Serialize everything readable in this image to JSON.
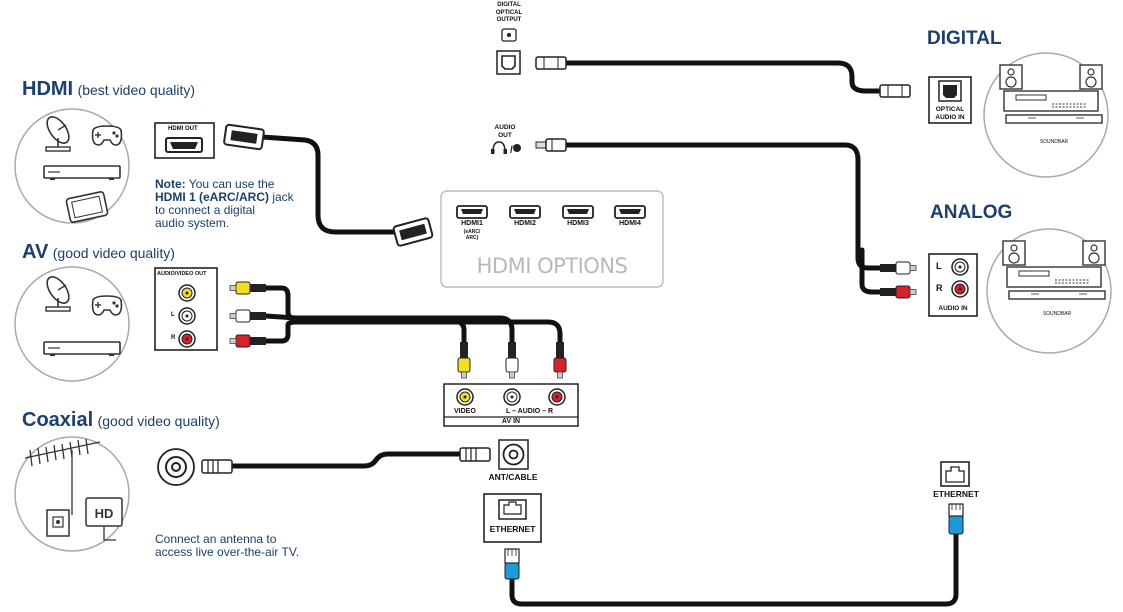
{
  "sections": {
    "hdmi": {
      "title": "HDMI",
      "quality": "(best video quality)",
      "port_label": "HDMI OUT"
    },
    "av": {
      "title": "AV",
      "quality": "(good video quality)",
      "port_label": "AUDIO/VIDEO OUT",
      "l": "L",
      "r": "R"
    },
    "coaxial": {
      "title": "Coaxial",
      "quality": "(good video quality)"
    }
  },
  "hdmi_note": {
    "prefix": "Note:",
    "text1": " You can use the",
    "bold": "HDMI 1 (eARC/ARC)",
    "text2": " jack",
    "line3": "to connect a digital",
    "line4": "audio system."
  },
  "coax_note": {
    "line1": "Connect an antenna to",
    "line2": "access live over-the-air TV."
  },
  "tv_panel": {
    "digital_optical": [
      "DIGITAL",
      "OPTICAL",
      "OUTPUT"
    ],
    "audio_out": [
      "AUDIO",
      "OUT"
    ],
    "hdmi_ports": {
      "p1": "HDMI1",
      "p1_sub1": "(eARC/",
      "p1_sub2": "ARC)",
      "p2": "HDMI2",
      "p3": "HDMI3",
      "p4": "HDMI4"
    },
    "hdmi_options": "HDMI OPTIONS",
    "av_in": {
      "video": "VIDEO",
      "audio": "L – AUDIO – R",
      "title": "AV IN"
    },
    "ant_cable": "ANT/CABLE",
    "ethernet": "ETHERNET"
  },
  "right": {
    "digital": "DIGITAL",
    "analog": "ANALOG",
    "optical_in": [
      "OPTICAL",
      "AUDIO IN"
    ],
    "audio_in": "AUDIO IN",
    "l": "L",
    "r": "R",
    "soundbar": "SOUNDBAR",
    "ethernet": "ETHERNET"
  },
  "colors": {
    "title": "#1b3f6e",
    "cable": "#111111",
    "yellow": "#f2e01c",
    "red": "#d9202b",
    "blue": "#1a9ad6",
    "hdmi_options": "#b9b9b9"
  },
  "icons": [
    "satellite-dish-icon",
    "game-controller-icon",
    "set-top-box-icon",
    "tablet-icon",
    "antenna-icon",
    "wall-outlet-icon",
    "hd-tv-icon",
    "audio-receiver-icon",
    "headphone-icon"
  ]
}
